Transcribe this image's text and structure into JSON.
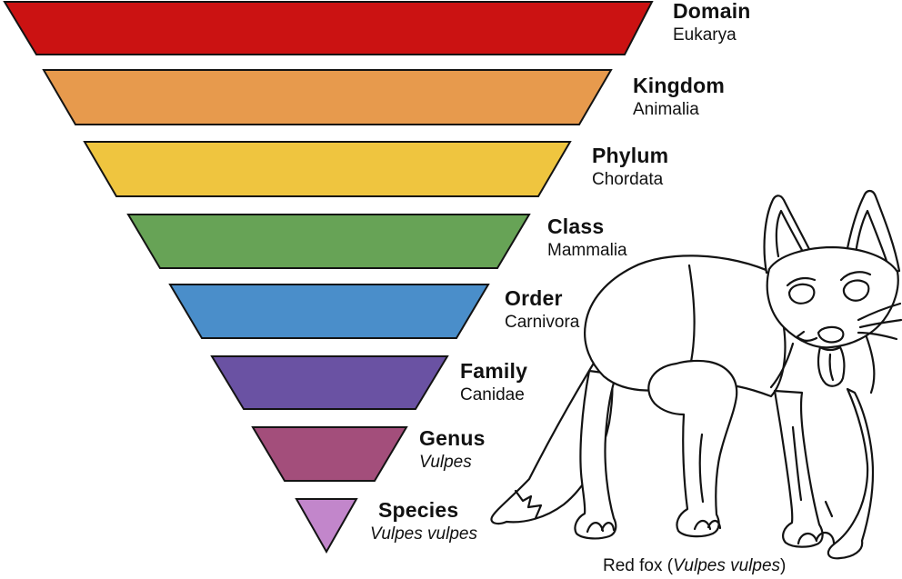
{
  "ranks": [
    {
      "rank": "Domain",
      "taxon": "Eukarya",
      "color": "#cb1212"
    },
    {
      "rank": "Kingdom",
      "taxon": "Animalia",
      "color": "#e79a4d"
    },
    {
      "rank": "Phylum",
      "taxon": "Chordata",
      "color": "#efc53f"
    },
    {
      "rank": "Class",
      "taxon": "Mammalia",
      "color": "#67a356"
    },
    {
      "rank": "Order",
      "taxon": "Carnivora",
      "color": "#4a8eca"
    },
    {
      "rank": "Family",
      "taxon": "Canidae",
      "color": "#6a52a3"
    },
    {
      "rank": "Genus",
      "taxon": "Vulpes",
      "color": "#a34e7b"
    },
    {
      "rank": "Species",
      "taxon": "Vulpes vulpes",
      "color": "#c286cb"
    }
  ],
  "caption": {
    "prefix": "Red fox (",
    "italic": "Vulpes vulpes",
    "suffix": ")"
  },
  "colors": {
    "outline": "#131313",
    "background": "#ffffff"
  }
}
